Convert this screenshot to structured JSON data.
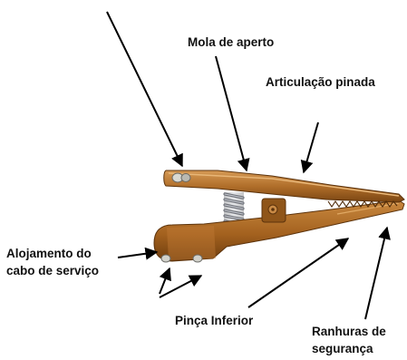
{
  "labels": {
    "spring": "Mola de aperto",
    "pivot": "Articulação pinada",
    "cable_housing": {
      "line1": "Alojamento do",
      "line2": "cabo de serviço"
    },
    "lower_jaw": "Pinça Inferior",
    "serrations": {
      "line1": "Ranhuras de",
      "line2": "segurança"
    }
  },
  "colors": {
    "clamp_body": "#b06e2a",
    "clamp_shadow": "#7a4512",
    "clamp_highlight": "#d69a55",
    "spring": "#8a8d94",
    "arrows": "#000000",
    "text": "#111111"
  }
}
